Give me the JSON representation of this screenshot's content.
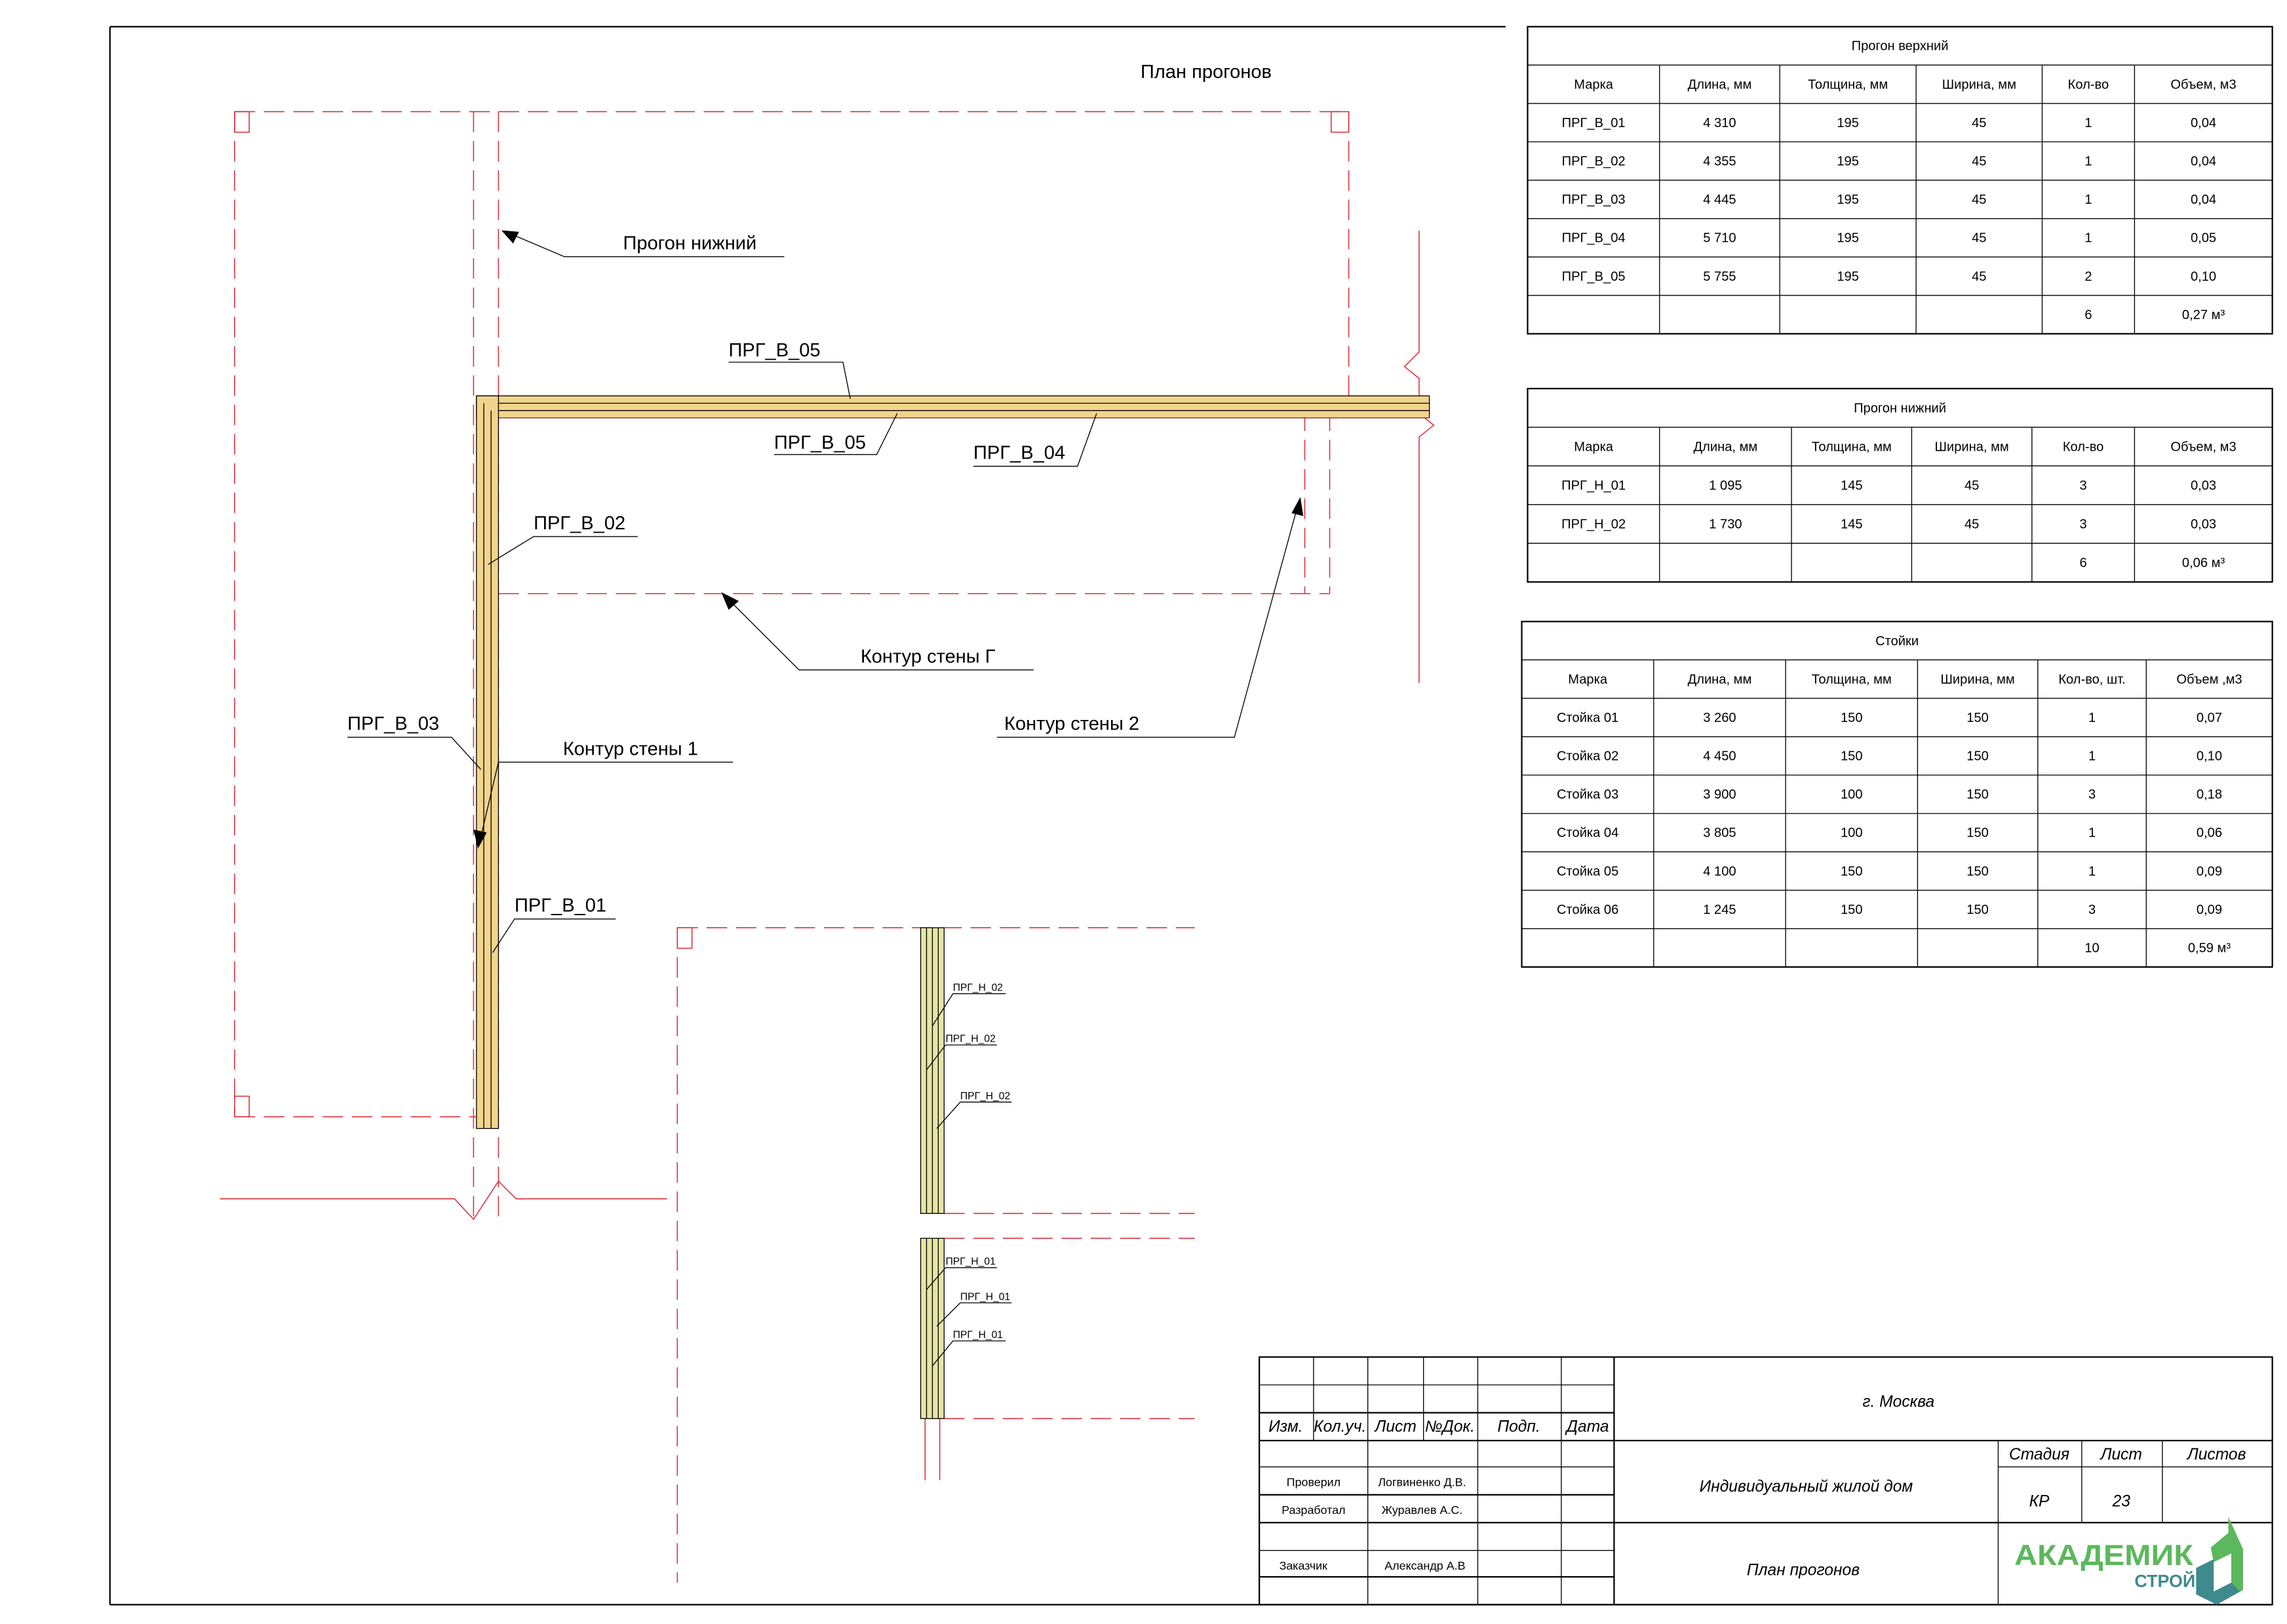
{
  "sheet_title": "План прогонов",
  "labels": {
    "lower_purlin": "Прогон нижний",
    "wall_g": "Контур стены Г",
    "wall_1": "Контур стены 1",
    "wall_2": "Контур стены 2",
    "prg_v_05_a": "ПРГ_В_05",
    "prg_v_05_b": "ПРГ_В_05",
    "prg_v_04": "ПРГ_В_04",
    "prg_v_02": "ПРГ_В_02",
    "prg_v_03": "ПРГ_В_03",
    "prg_v_01": "ПРГ_В_01",
    "prg_n_02_a": "ПРГ_Н_02",
    "prg_n_02_b": "ПРГ_Н_02",
    "prg_n_02_c": "ПРГ_Н_02",
    "prg_n_01_a": "ПРГ_Н_01",
    "prg_n_01_b": "ПРГ_Н_01",
    "prg_n_01_c": "ПРГ_Н_01"
  },
  "tables": [
    {
      "title": "Прогон верхний",
      "headers": [
        "Марка",
        "Длина, мм",
        "Толщина, мм",
        "Ширина, мм",
        "Кол-во",
        "Объем, м3"
      ],
      "rows": [
        [
          "ПРГ_В_01",
          "4 310",
          "195",
          "45",
          "1",
          "0,04"
        ],
        [
          "ПРГ_В_02",
          "4 355",
          "195",
          "45",
          "1",
          "0,04"
        ],
        [
          "ПРГ_В_03",
          "4 445",
          "195",
          "45",
          "1",
          "0,04"
        ],
        [
          "ПРГ_В_04",
          "5 710",
          "195",
          "45",
          "1",
          "0,05"
        ],
        [
          "ПРГ_В_05",
          "5 755",
          "195",
          "45",
          "2",
          "0,10"
        ],
        [
          "",
          "",
          "",
          "",
          "6",
          "0,27 м³"
        ]
      ]
    },
    {
      "title": "Прогон нижний",
      "headers": [
        "Марка",
        "Длина, мм",
        "Толщина, мм",
        "Ширина, мм",
        "Кол-во",
        "Объем, м3"
      ],
      "rows": [
        [
          "ПРГ_Н_01",
          "1 095",
          "145",
          "45",
          "3",
          "0,03"
        ],
        [
          "ПРГ_Н_02",
          "1 730",
          "145",
          "45",
          "3",
          "0,03"
        ],
        [
          "",
          "",
          "",
          "",
          "6",
          "0,06 м³"
        ]
      ]
    },
    {
      "title": "Стойки",
      "headers": [
        "Марка",
        "Длина, мм",
        "Толщина, мм",
        "Ширина, мм",
        "Кол-во, шт.",
        "Объем ,м3"
      ],
      "rows": [
        [
          "Стойка 01",
          "3 260",
          "150",
          "150",
          "1",
          "0,07"
        ],
        [
          "Стойка 02",
          "4 450",
          "150",
          "150",
          "1",
          "0,10"
        ],
        [
          "Стойка 03",
          "3 900",
          "100",
          "150",
          "3",
          "0,18"
        ],
        [
          "Стойка 04",
          "3 805",
          "100",
          "150",
          "1",
          "0,06"
        ],
        [
          "Стойка 05",
          "4 100",
          "150",
          "150",
          "1",
          "0,09"
        ],
        [
          "Стойка 06",
          "1 245",
          "150",
          "150",
          "3",
          "0,09"
        ],
        [
          "",
          "",
          "",
          "",
          "10",
          "0,59 м³"
        ]
      ]
    }
  ],
  "title_block": {
    "headers": [
      "Изм.",
      "Кол.уч.",
      "Лист",
      "№Док.",
      "Подп.",
      "Дата"
    ],
    "checked_label": "Проверил",
    "checked_name": "Логвиненко Д.В.",
    "developed_label": "Разработал",
    "developed_name": "Журавлев А.С.",
    "customer_label": "Заказчик",
    "customer_name": "Александр А.В",
    "city": "г. Москва",
    "project": "Индивидуальный жилой дом",
    "sheet_name": "План прогонов",
    "stage_label": "Стадия",
    "sheet_label": "Лист",
    "sheets_label": "Листов",
    "stage": "КР",
    "sheet": "23",
    "sheets": "",
    "logo_main": "АКАДЕМИК",
    "logo_sub": "СТРОЙ"
  },
  "colors": {
    "upper_beam": "#f2d48c",
    "lower_beam": "#e6e6a4",
    "contour": "#d9303a",
    "logo_green": "#5cb85c",
    "logo_teal": "#3f8a8c"
  }
}
